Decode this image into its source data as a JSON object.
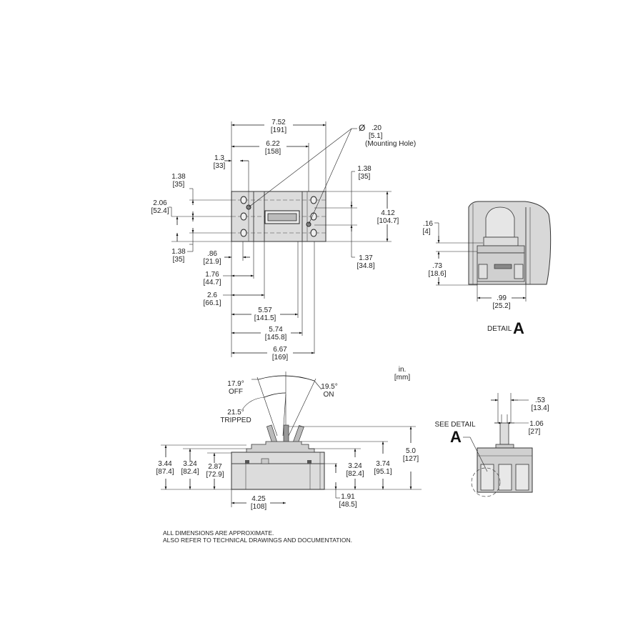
{
  "units": {
    "primary": "in.",
    "secondary": "[mm]"
  },
  "top_view": {
    "overall_width": {
      "in": "7.52",
      "mm": "[191]"
    },
    "hole_span": {
      "in": "6.22",
      "mm": "[158]"
    },
    "left_offset": {
      "in": "1.3",
      "mm": "[33]"
    },
    "mounting_hole": {
      "symbol": "Ø",
      "in": ".20",
      "mm": "[5.1]",
      "label": "(Mounting Hole)"
    },
    "left_top_pitch": {
      "in": "1.38",
      "mm": "[35]"
    },
    "left_mid": {
      "in": "2.06",
      "mm": "[52.4]"
    },
    "left_bottom_pitch": {
      "in": "1.38",
      "mm": "[35]"
    },
    "right_top_pitch": {
      "in": "1.38",
      "mm": "[35]"
    },
    "height": {
      "in": "4.12",
      "mm": "[104.7]"
    },
    "right_bottom": {
      "in": "1.37",
      "mm": "[34.8]"
    },
    "d_086": {
      "in": ".86",
      "mm": "[21.9]"
    },
    "d_176": {
      "in": "1.76",
      "mm": "[44.7]"
    },
    "d_26": {
      "in": "2.6",
      "mm": "[66.1]"
    },
    "d_557": {
      "in": "5.57",
      "mm": "[141.5]"
    },
    "d_574": {
      "in": "5.74",
      "mm": "[145.8]"
    },
    "d_667": {
      "in": "6.67",
      "mm": "[169]"
    }
  },
  "detail_a": {
    "title": "DETAIL",
    "letter": "A",
    "d_016": {
      "in": ".16",
      "mm": "[4]"
    },
    "d_073": {
      "in": ".73",
      "mm": "[18.6]"
    },
    "d_099": {
      "in": ".99",
      "mm": "[25.2]"
    }
  },
  "side_view": {
    "off_angle": {
      "value": "17.9°",
      "label": "OFF"
    },
    "on_angle": {
      "value": "19.5°",
      "label": "ON"
    },
    "tripped_angle": {
      "value": "21.5°",
      "label": "TRIPPED"
    },
    "d_344": {
      "in": "3.44",
      "mm": "[87.4]"
    },
    "d_324_left": {
      "in": "3.24",
      "mm": "[82.4]"
    },
    "d_287": {
      "in": "2.87",
      "mm": "[72.9]"
    },
    "d_324_right": {
      "in": "3.24",
      "mm": "[82.4]"
    },
    "d_374": {
      "in": "3.74",
      "mm": "[95.1]"
    },
    "d_50": {
      "in": "5.0",
      "mm": "[127]"
    },
    "d_425": {
      "in": "4.25",
      "mm": "[108]"
    },
    "d_191": {
      "in": "1.91",
      "mm": "[48.5]"
    }
  },
  "end_view": {
    "see_detail": "SEE DETAIL",
    "letter": "A",
    "d_053": {
      "in": ".53",
      "mm": "[13.4]"
    },
    "d_106": {
      "in": "1.06",
      "mm": "[27]"
    }
  },
  "notes": [
    "ALL DIMENSIONS ARE APPROXIMATE.",
    "ALSO REFER TO TECHNICAL DRAWINGS AND DOCUMENTATION."
  ]
}
